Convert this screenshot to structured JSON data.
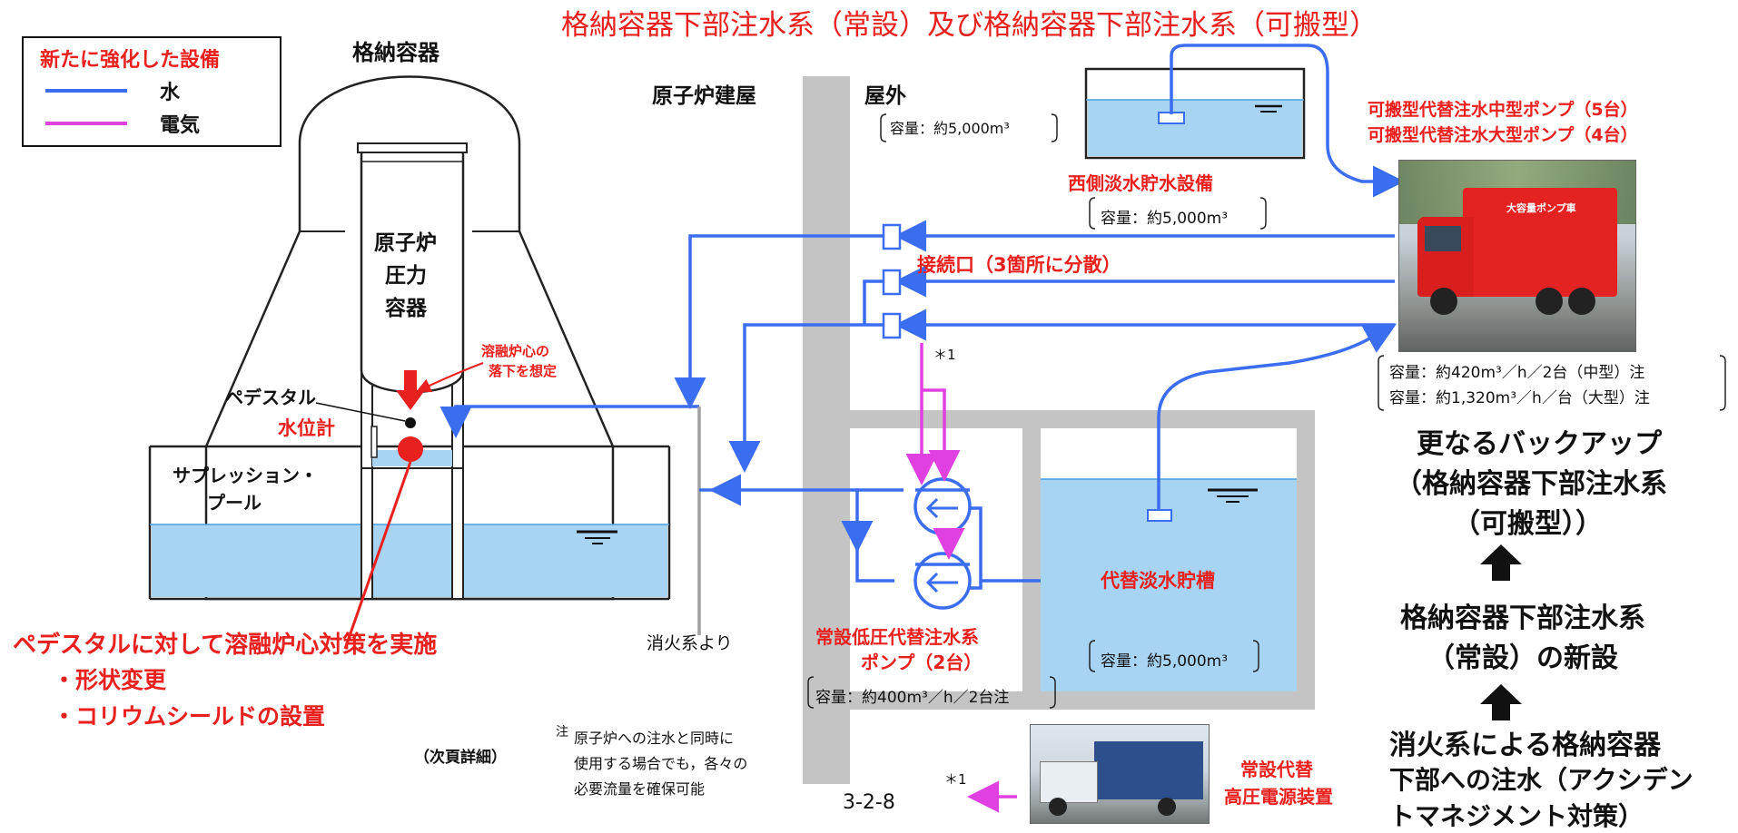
{
  "title": "格納容器下部注水系（常設）及び格納容器下部注水系（可搬型）",
  "legend": {
    "heading": "新たに強化した設備",
    "items": [
      {
        "label": "水",
        "color": "#3b6df0"
      },
      {
        "label": "電気",
        "color": "#e040e0"
      }
    ]
  },
  "labels": {
    "containment": "格納容器",
    "rpv_line1": "原子炉",
    "rpv_line2": "圧力",
    "rpv_line3": "容器",
    "melt_line1": "溶融炉心の",
    "melt_line2": "落下を想定",
    "pedestal": "ペデスタル",
    "water_gauge": "水位計",
    "suppression_line1": "サプレッション・",
    "suppression_line2": "プール",
    "reactor_building": "原子炉建屋",
    "outdoor": "屋外",
    "west_tank_capacity": "容量：約5,000m³",
    "west_tank_name": "西側淡水貯水設備",
    "west_tank_capacity2": "容量：約5,000m³",
    "connection": "接続口（3箇所に分散）",
    "note_mark": "＊1",
    "pump_type_mid": "可搬型代替注水中型ポンプ（5台）",
    "pump_type_large": "可搬型代替注水大型ポンプ（4台）",
    "portable_capacity1": "容量：約420m³／h／2台（中型）注",
    "portable_capacity2": "容量：約1,320m³／h／台（大型）注",
    "alt_tank": "代替淡水貯槽",
    "alt_tank_capacity": "容量：約5,000m³",
    "fire_system": "消火系より",
    "fixed_pump_line1": "常設低圧代替注水系",
    "fixed_pump_line2": "ポンプ（2台）",
    "fixed_pump_capacity": "容量：約400m³／h／2台注",
    "power_line1": "常設代替",
    "power_line2": "高圧電源装置",
    "note_mark2": "＊1",
    "page_number": "3-2-8"
  },
  "countermeasure": {
    "main": "ペデスタルに対して溶融炉心対策を実施",
    "item1": "・形状変更",
    "item2": "・コリウムシールドの設置",
    "detail": "（次頁詳細）"
  },
  "footnote": {
    "mark": "注",
    "line1": "原子炉への注水と同時に",
    "line2": "使用する場合でも，各々の",
    "line3": "必要流量を確保可能"
  },
  "hierarchy": {
    "top_line1": "更なるバックアップ",
    "top_line2": "（格納容器下部注水系",
    "top_line3": "（可搬型））",
    "mid_line1": "格納容器下部注水系",
    "mid_line2": "（常設）の新設",
    "bottom_line1": "消火系による格納容器",
    "bottom_line2": "下部への注水（アクシデン",
    "bottom_line3": "トマネジメント対策）"
  },
  "truck_sign": "大容量ポンプ車",
  "colors": {
    "water": "#3b6df0",
    "electric": "#e040e0",
    "accent_red": "#e8201e",
    "pool": "#a8d4f4",
    "wall": "#c4c4c4"
  }
}
